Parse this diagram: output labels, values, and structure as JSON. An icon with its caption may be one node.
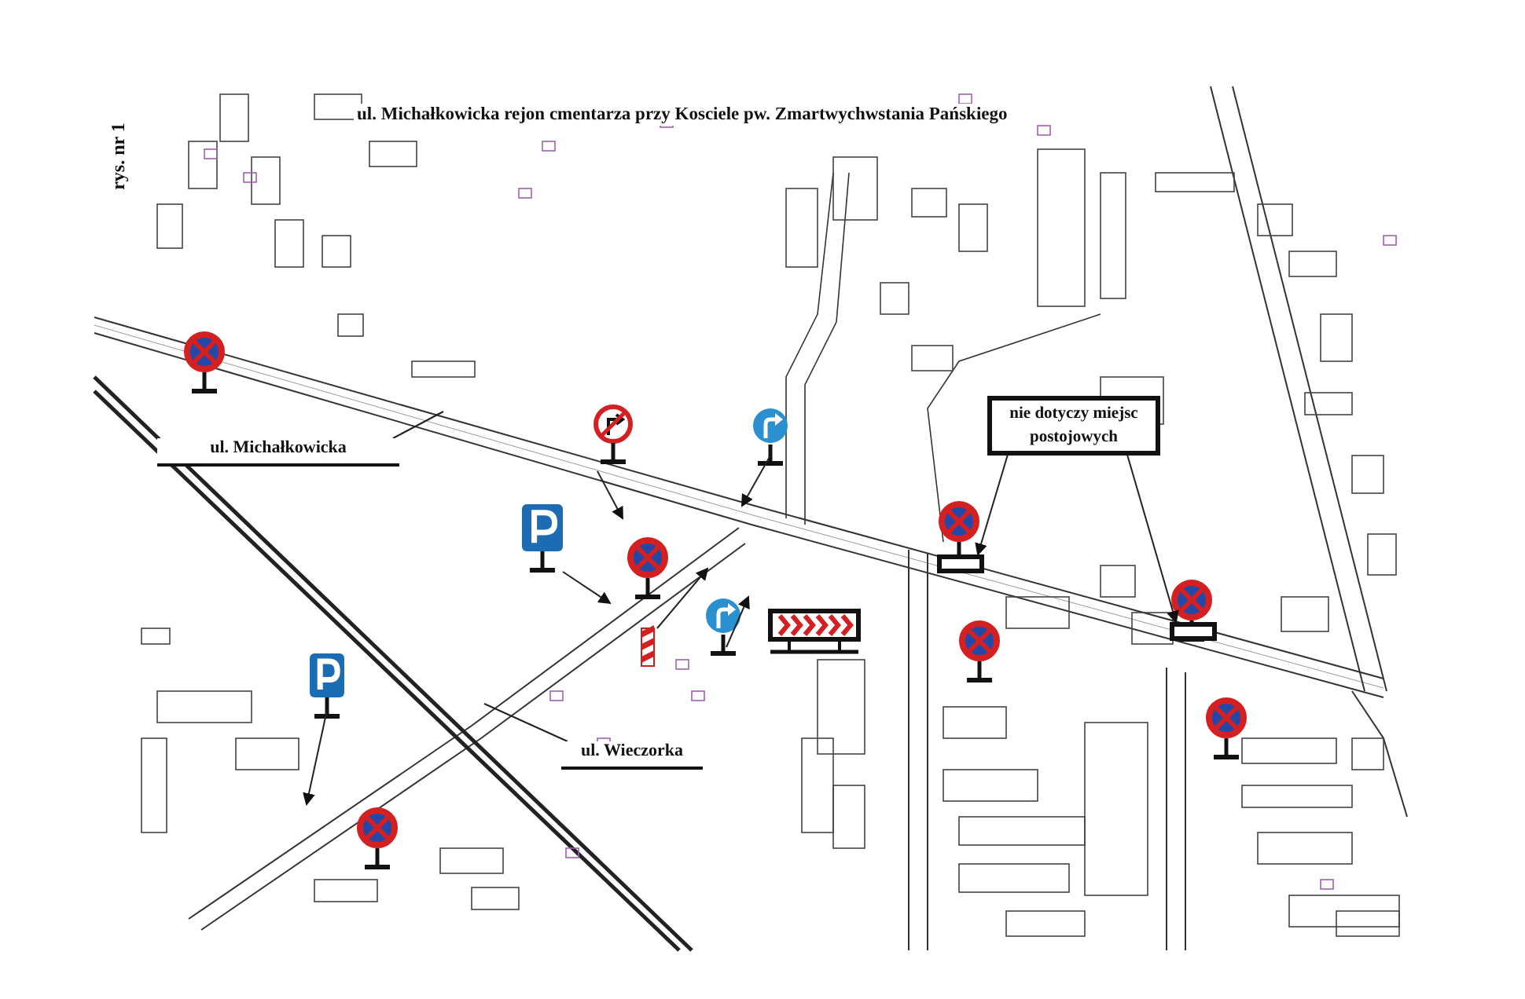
{
  "diagram": {
    "title": "ul. Michałkowicka rejon cmentarza przy Kosciele pw. Zmartwychwstania Pańskiego",
    "nodes": [
      {
        "text": [
          "ul. Michałkowicka"
        ]
      },
      {
        "text": [
          "ul. Wieczorka"
        ]
      },
      {
        "text": [
          "nie dotyczy miejsc postojowych"
        ]
      },
      {
        "text": [],
        "shape": "box"
      },
      {
        "text": [],
        "shape": "box"
      }
    ],
    "edges": [
      {
        "from": 0,
        "to": null,
        "arrow": "none"
      },
      {
        "from": 1,
        "to": null,
        "arrow": "none"
      },
      {
        "from": 2,
        "to": 3,
        "arrow": "to"
      },
      {
        "from": 2,
        "to": 4,
        "arrow": "to"
      }
    ],
    "labels": [
      "rys. nr 1"
    ]
  }
}
